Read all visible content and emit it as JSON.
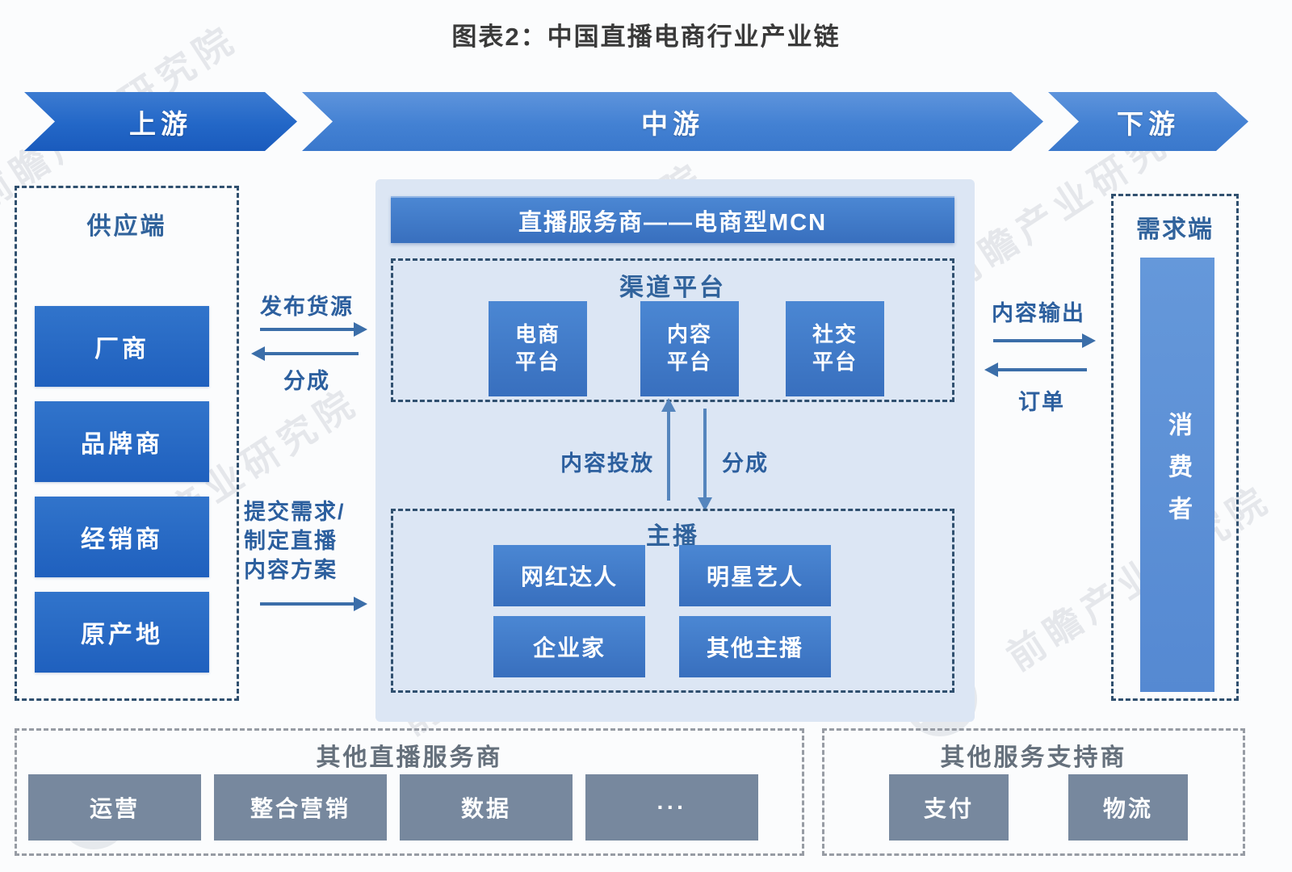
{
  "title": "图表2：中国直播电商行业产业链",
  "banners": {
    "upstream": "上游",
    "midstream": "中游",
    "downstream": "下游"
  },
  "supply": {
    "title": "供应端",
    "items": [
      "厂商",
      "品牌商",
      "经销商",
      "原产地"
    ]
  },
  "left_flow": {
    "publish": "发布货源",
    "share": "分成",
    "request": "提交需求/\n制定直播\n内容方案"
  },
  "mcn": {
    "header": "直播服务商——电商型MCN",
    "channel": {
      "title": "渠道平台",
      "items": [
        "电商\n平台",
        "内容\n平台",
        "社交\n平台"
      ]
    },
    "inner_flow": {
      "content_delivery": "内容投放",
      "share": "分成"
    },
    "anchor": {
      "title": "主播",
      "items": [
        "网红达人",
        "明星艺人",
        "企业家",
        "其他主播"
      ]
    }
  },
  "right_flow": {
    "content_output": "内容输出",
    "order": "订单"
  },
  "demand": {
    "title": "需求端",
    "consumer": "消费者"
  },
  "other_live": {
    "title": "其他直播服务商",
    "items": [
      "运营",
      "整合营销",
      "数据",
      "···"
    ]
  },
  "other_support": {
    "title": "其他服务支持商",
    "items": [
      "支付",
      "物流"
    ]
  },
  "watermark": "前瞻产业研究院",
  "colors": {
    "banner_dark": "#2063c4",
    "banner_light": "#4381d3",
    "supply_blue": "#2565c2",
    "mcn_blue": "#3d7cca",
    "consumer_blue": "#5d90d6",
    "panel_bg": "#dce6f4",
    "gray_box": "#77889e",
    "dash_dark": "#30506f",
    "dash_gray": "#979ca4",
    "label_blue": "#2c5f9e"
  }
}
